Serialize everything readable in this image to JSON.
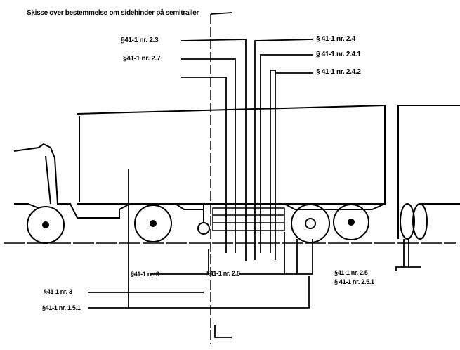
{
  "title": "Skisse over bestemmelse om sidehinder på semitrailer",
  "labels": {
    "l23": "§41-1 nr. 2.3",
    "l27": "§41-1 nr. 2.7",
    "l24": "§ 41-1 nr. 2.4",
    "l241": "§ 41-1 nr. 2.4.1",
    "l242": "§ 41-1 nr. 2.4.2",
    "l3mid": "§41-1 nr. 3",
    "l28": "§41-1 nr. 2.8",
    "l3": "§41-1 nr. 3",
    "l151": "§41-1 nr. 1.5.1",
    "l25": "§41-1 nr. 2.5",
    "l251": "§ 41-1 nr. 2.5.1"
  }
}
